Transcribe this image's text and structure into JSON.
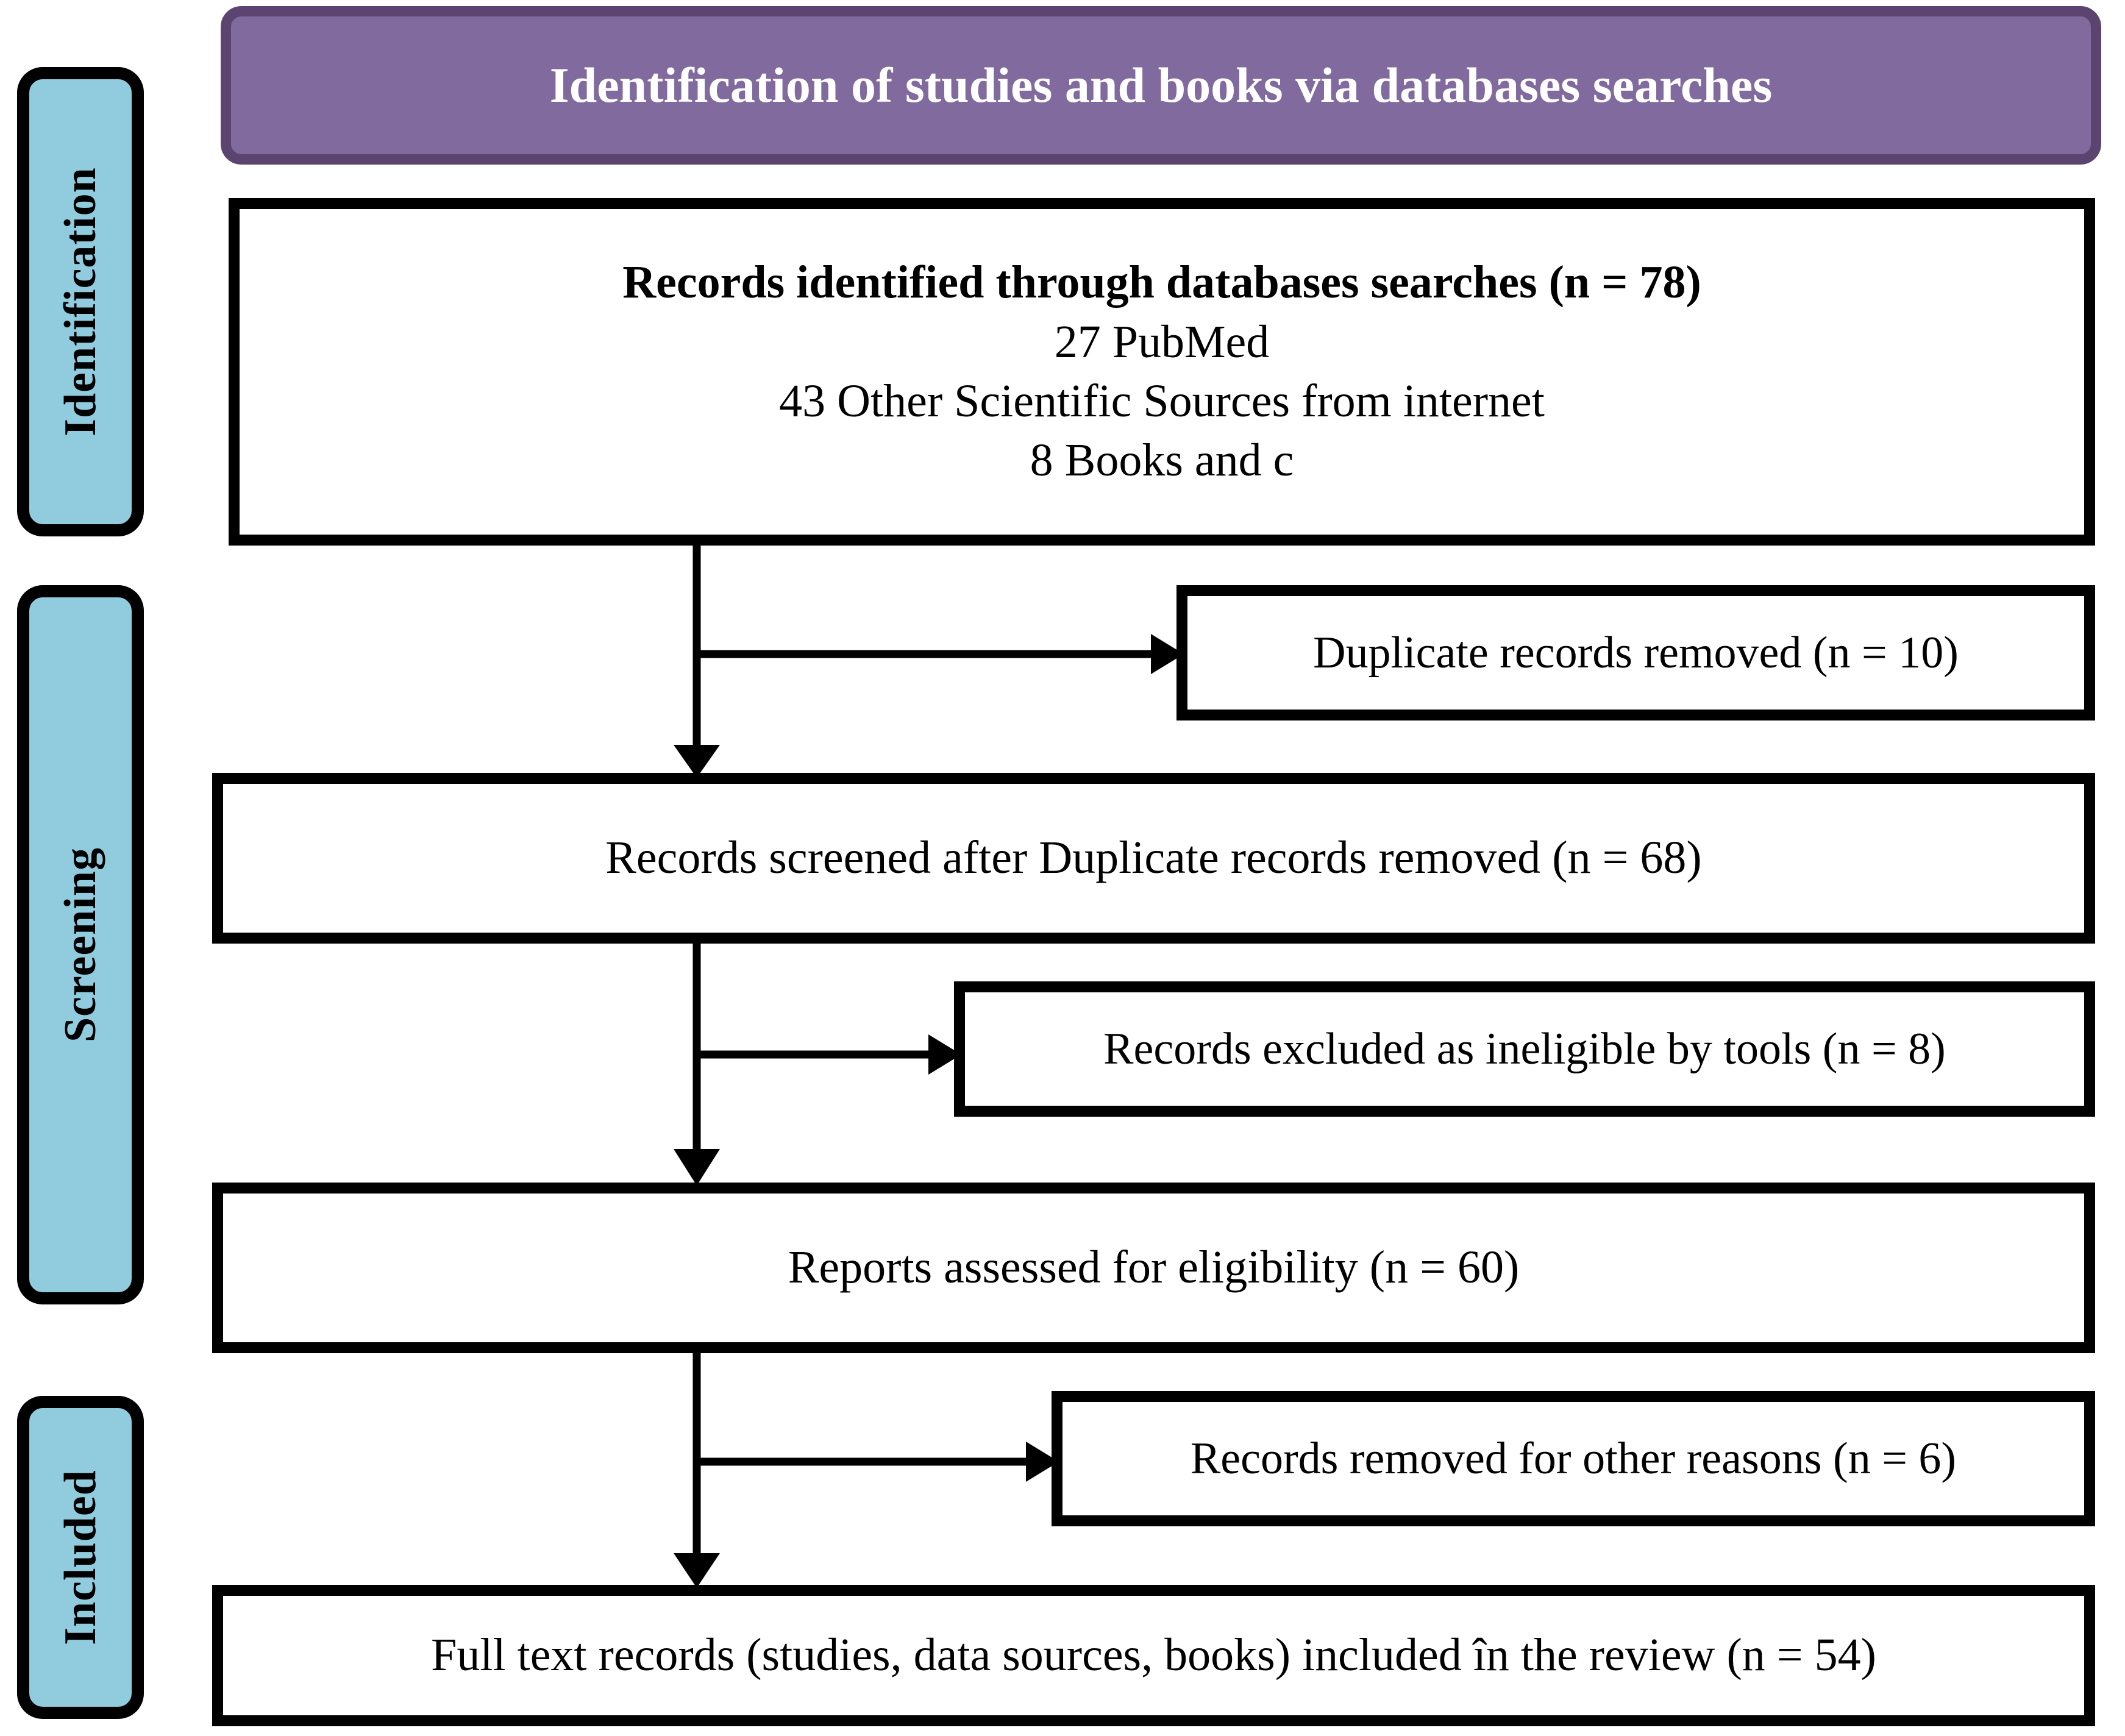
{
  "header": {
    "title": "Identification of studies and books via databases searches",
    "background_color": "#806A9E",
    "border_color": "#5B4570",
    "text_color": "#FFFFFF"
  },
  "stages": [
    {
      "label": "Identification",
      "background_color": "#90CCDE",
      "border_color": "#000000"
    },
    {
      "label": "Screening",
      "background_color": "#90CCDE",
      "border_color": "#000000"
    },
    {
      "label": "Included",
      "background_color": "#90CCDE",
      "border_color": "#000000"
    }
  ],
  "boxes": {
    "identified": {
      "title": "Records identified through databases searches (n = 78)",
      "lines": [
        "27 PubMed",
        "43 Other Scientific Sources from internet",
        "8 Books and c"
      ]
    },
    "duplicates": {
      "text": "Duplicate records removed (n = 10)"
    },
    "screened": {
      "text": "Records screened after Duplicate records removed (n = 68)"
    },
    "excluded": {
      "text": "Records excluded as ineligible by tools (n = 8)"
    },
    "eligibility": {
      "text": "Reports assessed for eligibility (n = 60)"
    },
    "removed": {
      "text": "Records removed for other reasons (n = 6)"
    },
    "included": {
      "text": "Full text records (studies, data sources, books) included în the review (n = 54)"
    }
  },
  "chart_data": {
    "type": "diagram",
    "title": "PRISMA flow diagram",
    "nodes": [
      {
        "id": "identified",
        "stage": "Identification",
        "label": "Records identified through databases searches",
        "n": 78,
        "breakdown": [
          {
            "source": "PubMed",
            "n": 27
          },
          {
            "source": "Other Scientific Sources from internet",
            "n": 43
          },
          {
            "source": "Books and c",
            "n": 8
          }
        ]
      },
      {
        "id": "duplicates",
        "stage": "Screening",
        "label": "Duplicate records removed",
        "n": 10,
        "kind": "exclusion"
      },
      {
        "id": "screened",
        "stage": "Screening",
        "label": "Records screened after Duplicate records removed",
        "n": 68
      },
      {
        "id": "excluded",
        "stage": "Screening",
        "label": "Records excluded as ineligible by tools",
        "n": 8,
        "kind": "exclusion"
      },
      {
        "id": "eligibility",
        "stage": "Screening",
        "label": "Reports assessed for eligibility",
        "n": 60
      },
      {
        "id": "removed",
        "stage": "Included",
        "label": "Records removed for other reasons",
        "n": 6,
        "kind": "exclusion"
      },
      {
        "id": "included",
        "stage": "Included",
        "label": "Full text records (studies, data sources, books) included în the review",
        "n": 54
      }
    ],
    "edges": [
      {
        "from": "identified",
        "to": "duplicates",
        "direction": "right"
      },
      {
        "from": "identified",
        "to": "screened",
        "direction": "down"
      },
      {
        "from": "screened",
        "to": "excluded",
        "direction": "right"
      },
      {
        "from": "screened",
        "to": "eligibility",
        "direction": "down"
      },
      {
        "from": "eligibility",
        "to": "removed",
        "direction": "right"
      },
      {
        "from": "eligibility",
        "to": "included",
        "direction": "down"
      }
    ]
  }
}
